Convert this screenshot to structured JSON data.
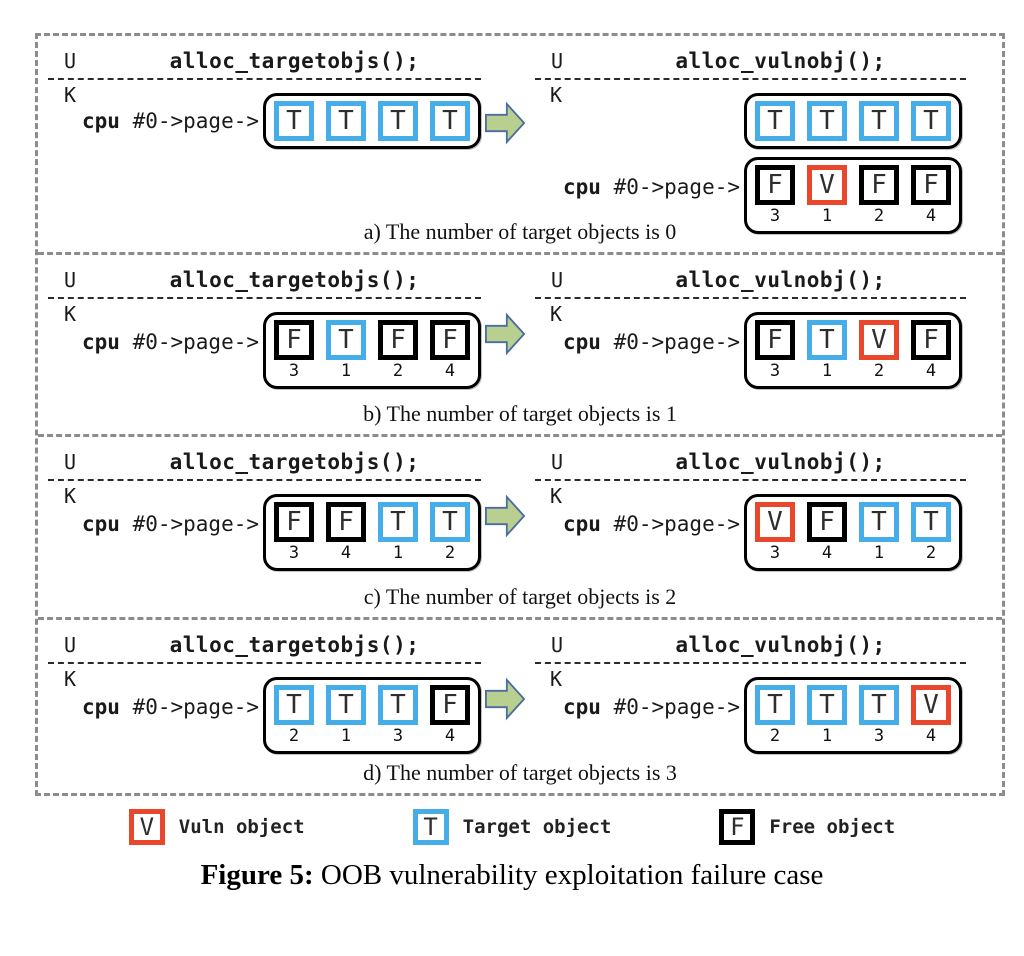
{
  "labels": {
    "user": "U",
    "kernel": "K",
    "cpu_bold": "cpu",
    "cpu_rest": " #0->page->"
  },
  "colors": {
    "target": "#45ade8",
    "vuln": "#e8472c",
    "free": "#000000",
    "arrow_fill": "#b8cf90",
    "arrow_stroke": "#4a6da0",
    "border_gray": "#8c8c8c"
  },
  "panels": [
    {
      "id": "a",
      "caption": "a) The number of target objects is 0",
      "left": {
        "func": "alloc_targetobjs();",
        "boxes": [
          {
            "letter": "T",
            "type": "target",
            "num": null
          },
          {
            "letter": "T",
            "type": "target",
            "num": null
          },
          {
            "letter": "T",
            "type": "target",
            "num": null
          },
          {
            "letter": "T",
            "type": "target",
            "num": null
          }
        ]
      },
      "right": {
        "func": "alloc_vulnobj();",
        "top_boxes": [
          {
            "letter": "T",
            "type": "target",
            "num": null
          },
          {
            "letter": "T",
            "type": "target",
            "num": null
          },
          {
            "letter": "T",
            "type": "target",
            "num": null
          },
          {
            "letter": "T",
            "type": "target",
            "num": null
          }
        ],
        "boxes": [
          {
            "letter": "F",
            "type": "free",
            "num": "3"
          },
          {
            "letter": "V",
            "type": "vuln",
            "num": "1"
          },
          {
            "letter": "F",
            "type": "free",
            "num": "2"
          },
          {
            "letter": "F",
            "type": "free",
            "num": "4"
          }
        ]
      }
    },
    {
      "id": "b",
      "caption": "b) The number of target objects is 1",
      "left": {
        "func": "alloc_targetobjs();",
        "boxes": [
          {
            "letter": "F",
            "type": "free",
            "num": "3"
          },
          {
            "letter": "T",
            "type": "target",
            "num": "1"
          },
          {
            "letter": "F",
            "type": "free",
            "num": "2"
          },
          {
            "letter": "F",
            "type": "free",
            "num": "4"
          }
        ]
      },
      "right": {
        "func": "alloc_vulnobj();",
        "boxes": [
          {
            "letter": "F",
            "type": "free",
            "num": "3"
          },
          {
            "letter": "T",
            "type": "target",
            "num": "1"
          },
          {
            "letter": "V",
            "type": "vuln",
            "num": "2"
          },
          {
            "letter": "F",
            "type": "free",
            "num": "4"
          }
        ]
      }
    },
    {
      "id": "c",
      "caption": "c) The number of target objects is 2",
      "left": {
        "func": "alloc_targetobjs();",
        "boxes": [
          {
            "letter": "F",
            "type": "free",
            "num": "3"
          },
          {
            "letter": "F",
            "type": "free",
            "num": "4"
          },
          {
            "letter": "T",
            "type": "target",
            "num": "1"
          },
          {
            "letter": "T",
            "type": "target",
            "num": "2"
          }
        ]
      },
      "right": {
        "func": "alloc_vulnobj();",
        "boxes": [
          {
            "letter": "V",
            "type": "vuln",
            "num": "3"
          },
          {
            "letter": "F",
            "type": "free",
            "num": "4"
          },
          {
            "letter": "T",
            "type": "target",
            "num": "1"
          },
          {
            "letter": "T",
            "type": "target",
            "num": "2"
          }
        ]
      }
    },
    {
      "id": "d",
      "caption": "d) The number of target objects is 3",
      "left": {
        "func": "alloc_targetobjs();",
        "boxes": [
          {
            "letter": "T",
            "type": "target",
            "num": "2"
          },
          {
            "letter": "T",
            "type": "target",
            "num": "1"
          },
          {
            "letter": "T",
            "type": "target",
            "num": "3"
          },
          {
            "letter": "F",
            "type": "free",
            "num": "4"
          }
        ]
      },
      "right": {
        "func": "alloc_vulnobj();",
        "boxes": [
          {
            "letter": "T",
            "type": "target",
            "num": "2"
          },
          {
            "letter": "T",
            "type": "target",
            "num": "1"
          },
          {
            "letter": "T",
            "type": "target",
            "num": "3"
          },
          {
            "letter": "V",
            "type": "vuln",
            "num": "4"
          }
        ]
      }
    }
  ],
  "legend": [
    {
      "letter": "V",
      "type": "vuln",
      "label": "Vuln object"
    },
    {
      "letter": "T",
      "type": "target",
      "label": "Target object"
    },
    {
      "letter": "F",
      "type": "free",
      "label": "Free object"
    }
  ],
  "figure_caption": {
    "bold": "Figure 5:",
    "rest": " OOB vulnerability exploitation failure case"
  }
}
